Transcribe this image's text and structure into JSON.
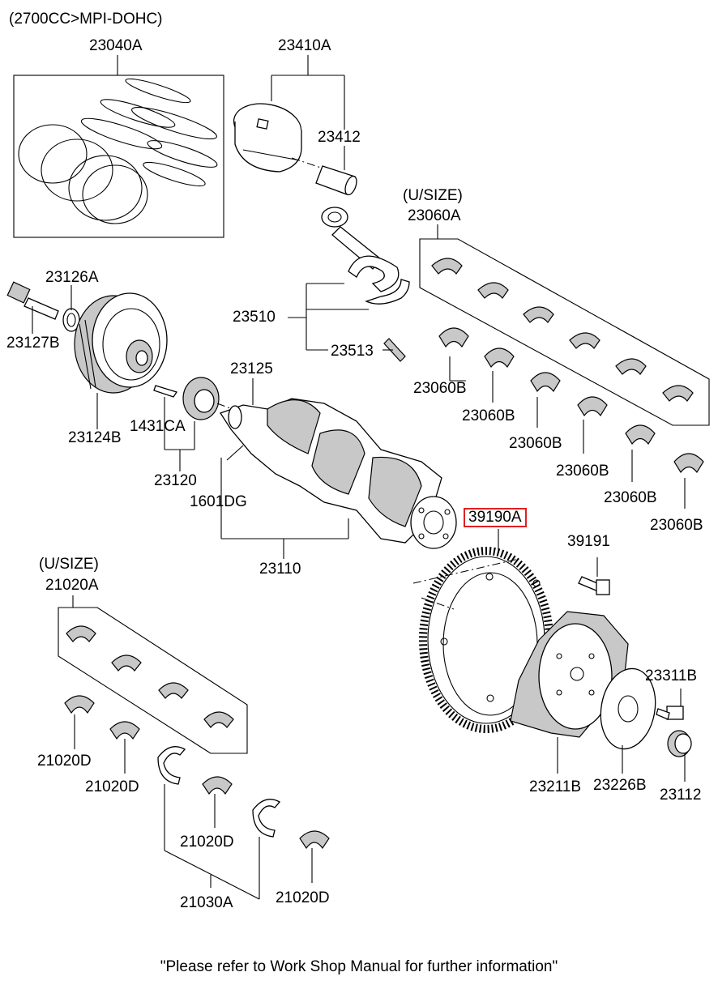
{
  "header": {
    "engine": "(2700CC>MPI-DOHC)"
  },
  "parts": {
    "p23040A": "23040A",
    "p23410A": "23410A",
    "p23412": "23412",
    "p23060A_us": "(U/SIZE)",
    "p23060A": "23060A",
    "p23126A": "23126A",
    "p23127B": "23127B",
    "p23510": "23510",
    "p23513": "23513",
    "p23125": "23125",
    "p23124B": "23124B",
    "p1431CA": "1431CA",
    "p23120": "23120",
    "p1601DG": "1601DG",
    "p23110": "23110",
    "p23060B_1": "23060B",
    "p23060B_2": "23060B",
    "p23060B_3": "23060B",
    "p23060B_4": "23060B",
    "p23060B_5": "23060B",
    "p23060B_6": "23060B",
    "p39190A": "39190A",
    "p39191": "39191",
    "p21020A_us": "(U/SIZE)",
    "p21020A": "21020A",
    "p23311B": "23311B",
    "p21020D_1": "21020D",
    "p21020D_2": "21020D",
    "p21020D_3": "21020D",
    "p21020D_4": "21020D",
    "p23211B": "23211B",
    "p23226B": "23226B",
    "p23112": "23112",
    "p21030A": "21030A"
  },
  "highlight_color": "#e02020",
  "footer": {
    "note": "\"Please refer to Work Shop Manual for further information\""
  }
}
